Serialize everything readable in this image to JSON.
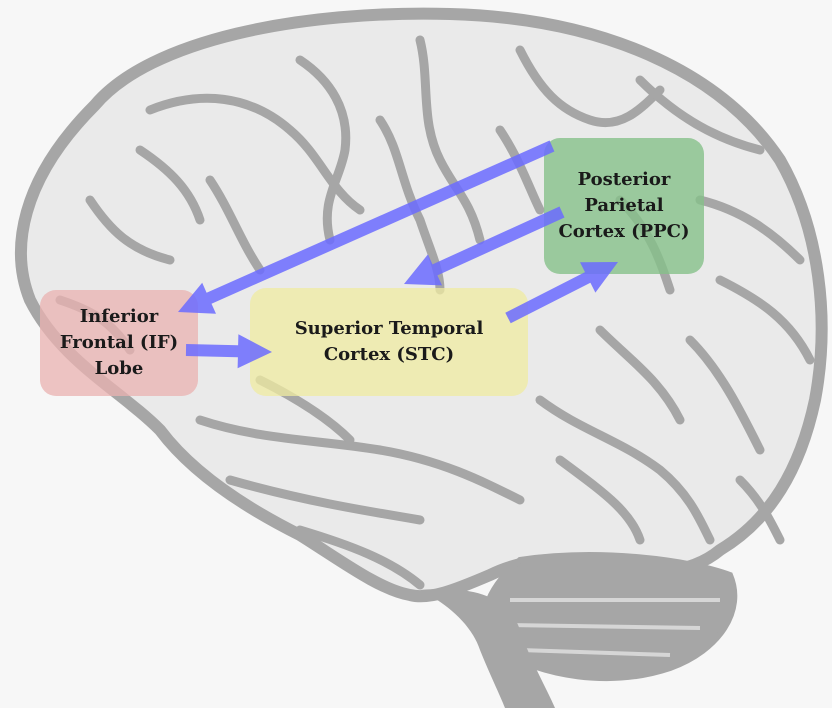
{
  "colors": {
    "background": "#f7f7f7",
    "brain_fill": "#e4e4e4",
    "brain_lines": "#a6a6a6",
    "if_box": "#e9b2b0",
    "stc_box": "#efeba0",
    "ppc_box": "#86c18a",
    "arrow": "#6b6bff"
  },
  "regions": {
    "inferior_frontal": {
      "label": "Inferior\nFrontal (IF)\nLobe"
    },
    "superior_temporal": {
      "label": "Superior Temporal\nCortex (STC)"
    },
    "posterior_parietal": {
      "label": "Posterior\nParietal\nCortex (PPC)"
    }
  },
  "connections": [
    {
      "from": "posterior_parietal",
      "to": "inferior_frontal"
    },
    {
      "from": "posterior_parietal",
      "to": "superior_temporal"
    },
    {
      "from": "superior_temporal",
      "to": "posterior_parietal"
    },
    {
      "from": "inferior_frontal",
      "to": "superior_temporal"
    }
  ]
}
